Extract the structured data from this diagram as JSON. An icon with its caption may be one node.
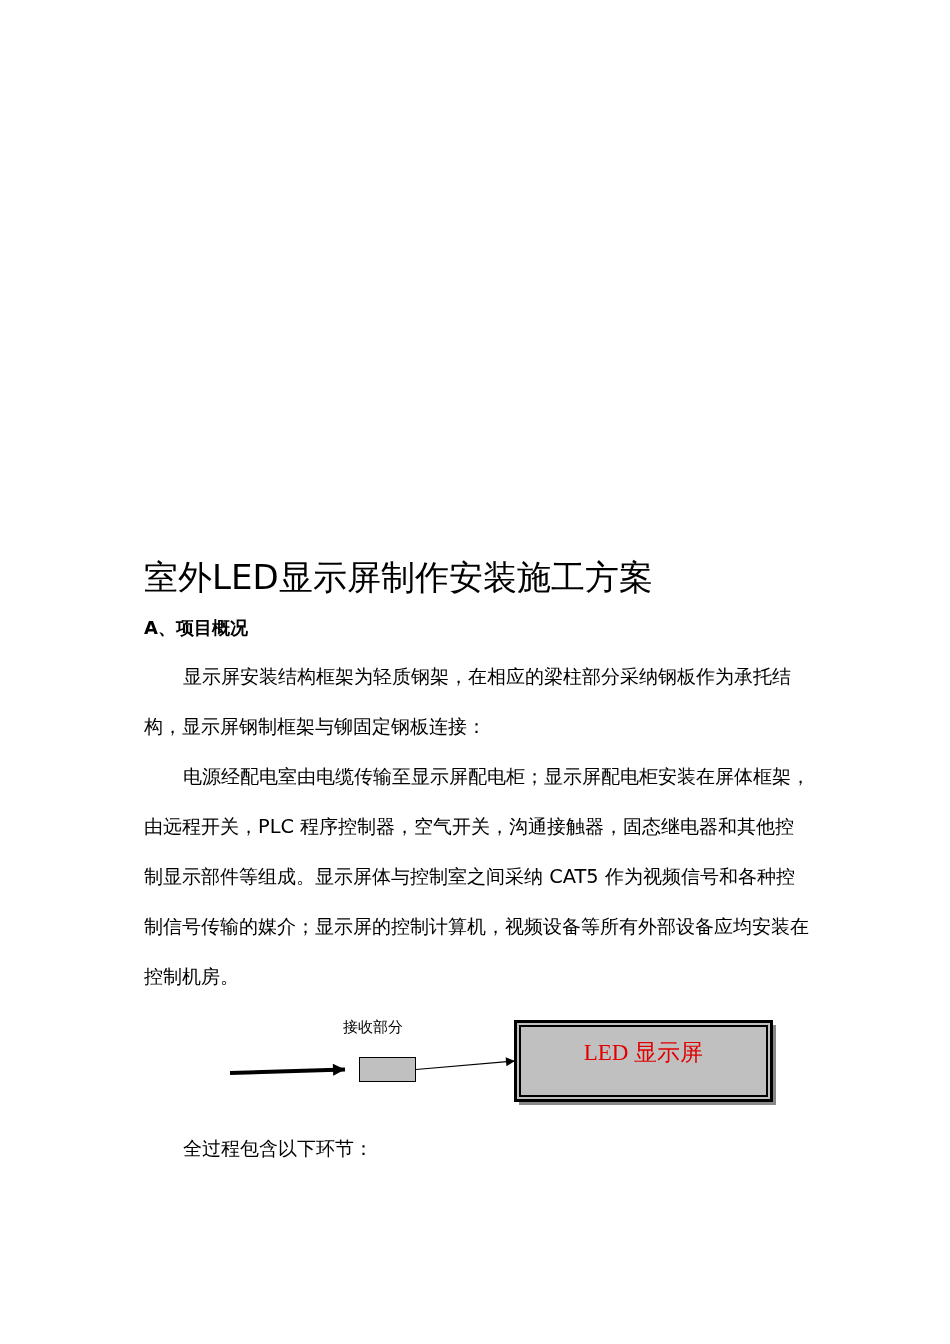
{
  "diagram": {
    "title": "室外LED显示屏制作安装施工方案",
    "nodes": [
      {
        "text": [],
        "shape": "box",
        "beside": [
          "接收部分"
        ]
      },
      {
        "text": [
          "LED 显示屏"
        ]
      }
    ],
    "edges": [
      {
        "from": null,
        "to": 0,
        "arrow": "to",
        "style": "thick"
      },
      {
        "from": 0,
        "to": 1,
        "arrow": "to"
      }
    ],
    "labels": [
      "A、项目概况",
      "显示屏安装结构框架为轻质钢架，在相应的梁柱部分采纳钢板作为承托结构，显示屏钢制框架与铆固定钢板连接：",
      "电源经配电室由电缆传输至显示屏配电柜；显示屏配电柜安装在屏体框架，由远程开关，PLC 程序控制器，空气开关，沟通接触器，固态继电器和其他控制显示部件等组成。显示屏体与控制室之间采纳 CAT5 作为视频信号和各种控制信号传输的媒介；显示屏的控制计算机，视频设备等所有外部设备应均安装在控制机房。",
      "全过程包含以下环节："
    ]
  }
}
